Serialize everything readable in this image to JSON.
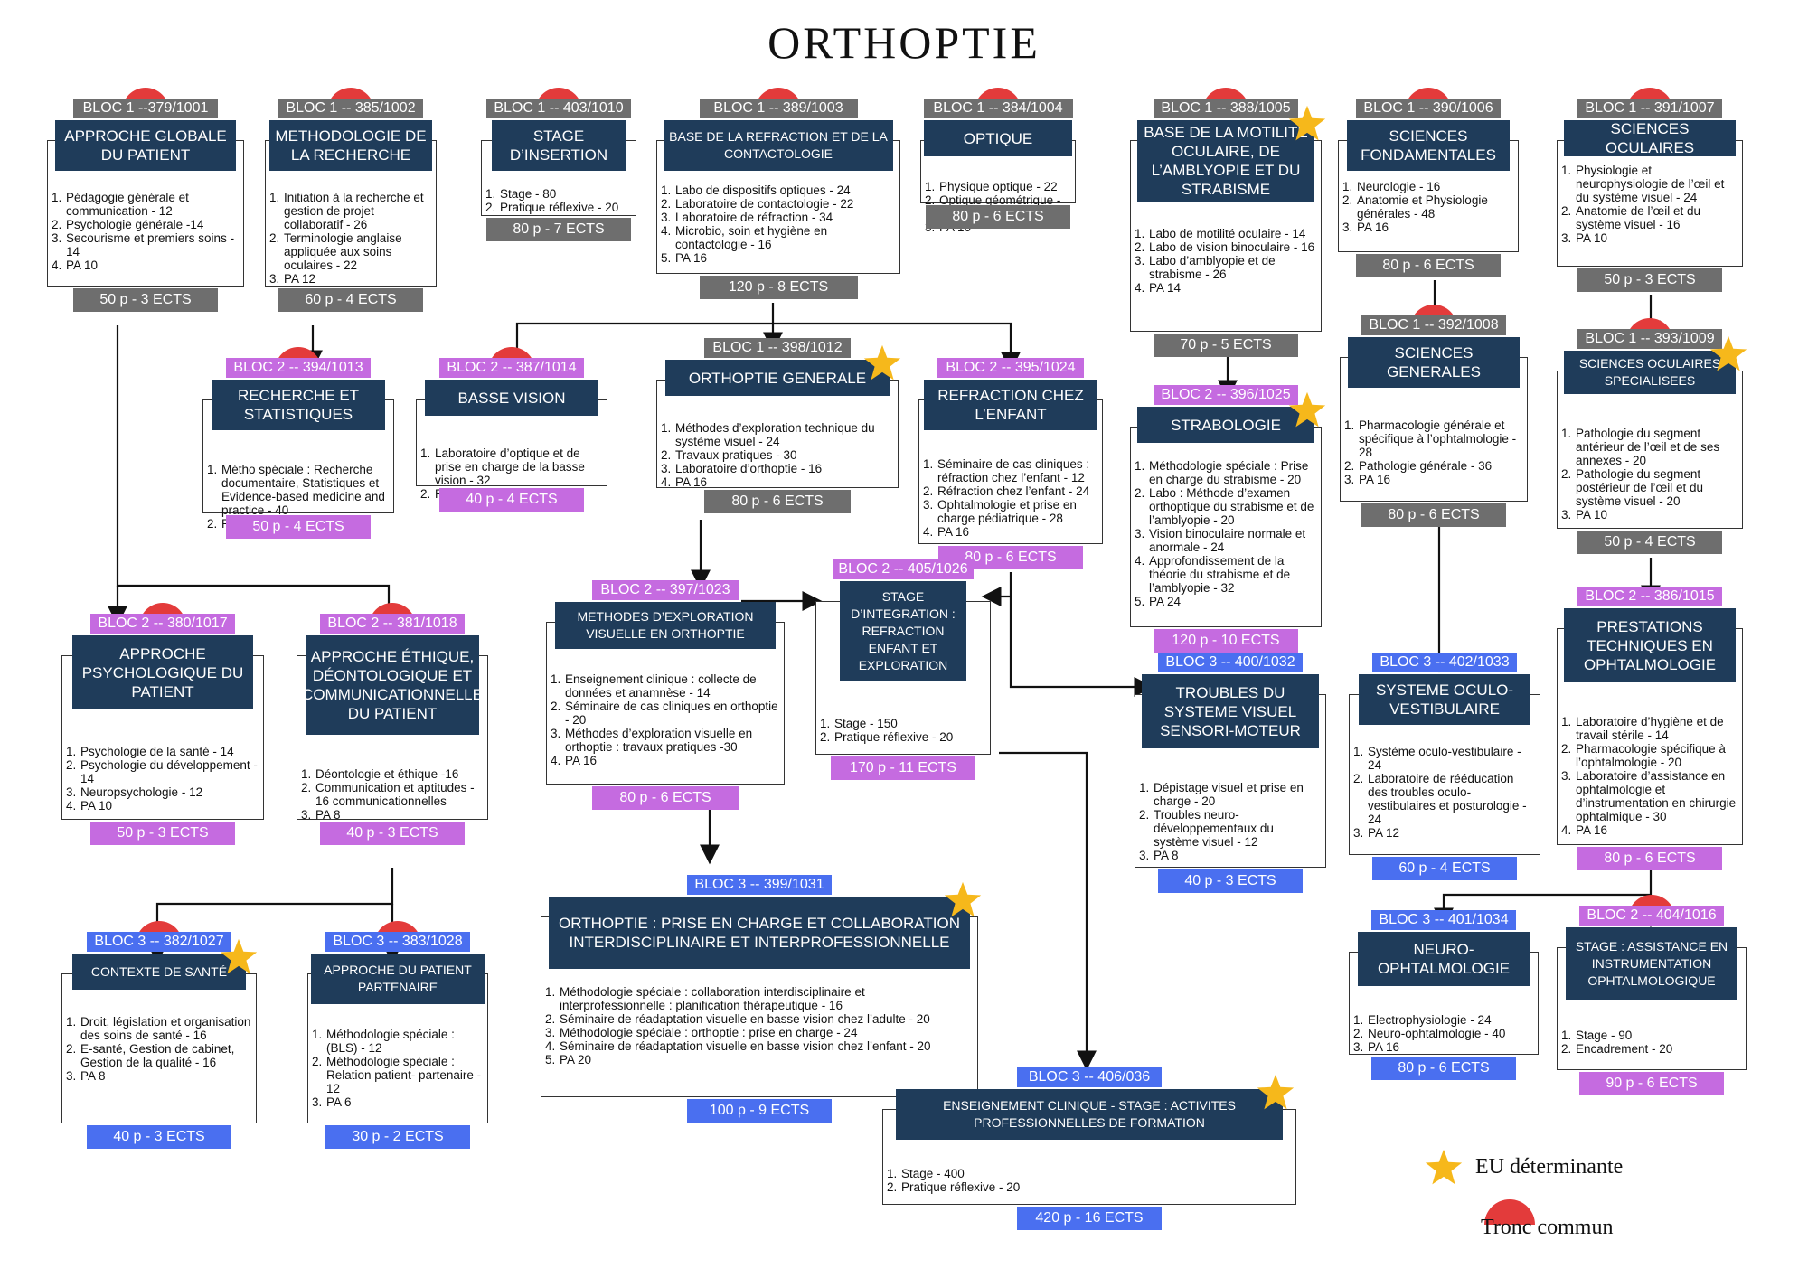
{
  "title": "ORTHOPTIE",
  "legend": {
    "determinante": "EU déterminante",
    "tronc_commun": "Tronc commun"
  },
  "colors": {
    "bloc1": "#6e6e6e",
    "bloc2": "#c56be0",
    "bloc3": "#4a6ff0",
    "header": "#1f3c5a",
    "tronc_commun": "#e33b3b",
    "star": "#f6b81b"
  },
  "ues": [
    {
      "id": "u379",
      "tag": "BLOC 1 --379/1001",
      "name": "APPROCHE GLOBALE DU PATIENT",
      "items": [
        "Pédagogie générale et communication - 12",
        "Psychologie générale -14",
        "Secourisme et premiers soins - 14",
        "PA 10"
      ],
      "footer": "50 p - 3 ECTS",
      "bloc": 1,
      "tronc_commun": true,
      "determinante": false
    },
    {
      "id": "u385",
      "tag": "BLOC 1 -- 385/1002",
      "name": "METHODOLOGIE DE LA RECHERCHE",
      "items": [
        "Initiation à la recherche et gestion de projet collaboratif - 26",
        "Terminologie anglaise appliquée aux soins oculaires - 22",
        "PA 12"
      ],
      "footer": "60 p - 4 ECTS",
      "bloc": 1,
      "tronc_commun": true,
      "determinante": false
    },
    {
      "id": "u403",
      "tag": "BLOC 1 -- 403/1010",
      "name": "STAGE D’INSERTION",
      "items": [
        "Stage - 80",
        "Pratique réflexive - 20"
      ],
      "footer": "80 p - 7 ECTS",
      "bloc": 1,
      "tronc_commun": true,
      "determinante": false
    },
    {
      "id": "u389",
      "tag": "BLOC 1 -- 389/1003",
      "name": "BASE DE LA REFRACTION ET DE LA CONTACTOLOGIE",
      "items": [
        "Labo de dispositifs optiques - 24",
        "Laboratoire de contactologie - 22",
        "Laboratoire de réfraction - 34",
        "Microbio, soin et hygiène en contactologie - 16",
        "PA 16"
      ],
      "footer": "120 p - 8 ECTS",
      "bloc": 1,
      "tronc_commun": true,
      "determinante": false
    },
    {
      "id": "u384",
      "tag": "BLOC 1 -- 384/1004",
      "name": "OPTIQUE",
      "items": [
        "Physique optique - 22",
        "Optique géométrique - 42",
        "PA 16"
      ],
      "footer": "80 p - 6 ECTS",
      "bloc": 1,
      "tronc_commun": true,
      "determinante": false
    },
    {
      "id": "u388",
      "tag": "BLOC 1 -- 388/1005",
      "name": "BASE DE LA MOTILITE OCULAIRE, DE L’AMBLYOPIE ET DU STRABISME",
      "items": [
        "Labo de motilité oculaire - 14",
        "Labo de vision binoculaire - 16",
        "Labo d’amblyopie et de strabisme - 26",
        "PA 14"
      ],
      "footer": "70 p - 5 ECTS",
      "bloc": 1,
      "tronc_commun": true,
      "determinante": true
    },
    {
      "id": "u390",
      "tag": "BLOC 1 -- 390/1006",
      "name": "SCIENCES FONDAMENTALES",
      "items": [
        "Neurologie - 16",
        "Anatomie et Physiologie générales - 48",
        "PA 16"
      ],
      "footer": "80 p - 6 ECTS",
      "bloc": 1,
      "tronc_commun": true,
      "determinante": false
    },
    {
      "id": "u391",
      "tag": "BLOC 1 -- 391/1007",
      "name": "SCIENCES OCULAIRES",
      "items": [
        "Physiologie et neurophysiologie de l’œil et du système visuel - 24",
        "Anatomie de l’œil et du système visuel - 16",
        "PA 10"
      ],
      "footer": "50 p - 3 ECTS",
      "bloc": 1,
      "tronc_commun": true,
      "determinante": false
    },
    {
      "id": "u394",
      "tag": "BLOC 2 -- 394/1013",
      "name": "RECHERCHE ET STATISTIQUES",
      "items": [
        "Métho spéciale : Recherche documentaire, Statistiques et Evidence-based medicine and practice - 40",
        "PA 10"
      ],
      "footer": "50 p - 4 ECTS",
      "bloc": 2,
      "tronc_commun": true,
      "determinante": false
    },
    {
      "id": "u387",
      "tag": "BLOC 2 -- 387/1014",
      "name": "BASSE VISION",
      "items": [
        "Laboratoire d’optique et de prise en charge de la basse vision - 32",
        "PA 8"
      ],
      "footer": "40 p - 4 ECTS",
      "bloc": 2,
      "tronc_commun": true,
      "determinante": false
    },
    {
      "id": "u398",
      "tag": "BLOC 1 -- 398/1012",
      "name": "ORTHOPTIE GENERALE",
      "items": [
        "Méthodes d’exploration technique du système visuel - 24",
        "Travaux pratiques - 30",
        "Laboratoire d’orthoptie - 16",
        "PA 16"
      ],
      "footer": "80 p - 6 ECTS",
      "bloc": 1,
      "tronc_commun": false,
      "determinante": true
    },
    {
      "id": "u395",
      "tag": "BLOC 2 -- 395/1024",
      "name": "REFRACTION CHEZ L’ENFANT",
      "items": [
        "Séminaire de cas cliniques : réfraction chez l’enfant - 12",
        "Réfraction chez l’enfant - 24",
        "Ophtalmologie et prise en charge pédiatrique - 28",
        "PA 16"
      ],
      "footer": "80 p - 6 ECTS",
      "bloc": 2,
      "tronc_commun": false,
      "determinante": false
    },
    {
      "id": "u396",
      "tag": "BLOC 2 -- 396/1025",
      "name": "STRABOLOGIE",
      "items": [
        "Méthodologie spéciale : Prise en charge du strabisme - 20",
        "Labo : Méthode d’examen orthoptique du strabisme et de l’amblyopie - 20",
        "Vision binoculaire normale et anormale - 24",
        "Approfondissement de la théorie du strabisme et de l’amblyopie - 32",
        "PA 24"
      ],
      "footer": "120 p - 10 ECTS",
      "bloc": 2,
      "tronc_commun": false,
      "determinante": true
    },
    {
      "id": "u392",
      "tag": "BLOC 1 -- 392/1008",
      "name": "SCIENCES GENERALES",
      "items": [
        "Pharmacologie générale et spécifique à l’ophtalmologie - 28",
        "Pathologie générale - 36",
        "PA 16"
      ],
      "footer": "80 p - 6 ECTS",
      "bloc": 1,
      "tronc_commun": true,
      "determinante": false
    },
    {
      "id": "u393",
      "tag": "BLOC 1 -- 393/1009",
      "name": "SCIENCES OCULAIRES SPECIALISEES",
      "items": [
        "Pathologie du segment antérieur de l’œil et de ses annexes - 20",
        "Pathologie du segment postérieur de l’œil et du système visuel - 20",
        "PA 10"
      ],
      "footer": "50 p - 4 ECTS",
      "bloc": 1,
      "tronc_commun": true,
      "determinante": true
    },
    {
      "id": "u380",
      "tag": "BLOC 2 -- 380/1017",
      "name": "APPROCHE PSYCHOLOGIQUE DU PATIENT",
      "items": [
        "Psychologie de la santé - 14",
        "Psychologie du développement - 14",
        "Neuropsychologie - 12",
        "PA 10"
      ],
      "footer": "50 p - 3 ECTS",
      "bloc": 2,
      "tronc_commun": true,
      "determinante": false
    },
    {
      "id": "u381",
      "tag": "BLOC 2 -- 381/1018",
      "name": "APPROCHE ÉTHIQUE, DÉONTOLOGIQUE ET COMMUNICATIONNELLE DU PATIENT",
      "items": [
        "Déontologie et éthique -16",
        "Communication et aptitudes - 16 communicationnelles",
        "PA 8"
      ],
      "footer": "40 p - 3 ECTS",
      "bloc": 2,
      "tronc_commun": true,
      "determinante": false
    },
    {
      "id": "u397",
      "tag": "BLOC 2 -- 397/1023",
      "name": "METHODES D’EXPLORATION VISUELLE EN ORTHOPTIE",
      "items": [
        "Enseignement clinique : collecte de données et anamnèse - 14",
        "Séminaire de cas cliniques en orthoptie - 20",
        "Méthodes d’exploration visuelle en orthoptie : travaux pratiques -30",
        "PA 16"
      ],
      "footer": "80 p - 6 ECTS",
      "bloc": 2,
      "tronc_commun": false,
      "determinante": false
    },
    {
      "id": "u405",
      "tag": "BLOC 2 -- 405/1026",
      "name": "STAGE D’INTEGRATION : REFRACTION ENFANT ET EXPLORATION",
      "items": [
        "Stage - 150",
        "Pratique réflexive - 20"
      ],
      "footer": "170 p - 11 ECTS",
      "bloc": 2,
      "tronc_commun": false,
      "determinante": false
    },
    {
      "id": "u400",
      "tag": "BLOC 3 -- 400/1032",
      "name": "TROUBLES DU SYSTEME VISUEL SENSORI-MOTEUR",
      "items": [
        "Dépistage visuel et prise en charge - 20",
        "Troubles neuro-développementaux du système visuel - 12",
        "PA 8"
      ],
      "footer": "40 p - 3 ECTS",
      "bloc": 3,
      "tronc_commun": false,
      "determinante": false
    },
    {
      "id": "u402",
      "tag": "BLOC 3 -- 402/1033",
      "name": "SYSTEME OCULO-VESTIBULAIRE",
      "items": [
        "Système oculo-vestibulaire - 24",
        "Laboratoire de rééducation des troubles oculo-vestibulaires et posturologie - 24",
        "PA 12"
      ],
      "footer": "60 p - 4 ECTS",
      "bloc": 3,
      "tronc_commun": false,
      "determinante": false
    },
    {
      "id": "u386",
      "tag": "BLOC 2 -- 386/1015",
      "name": "PRESTATIONS TECHNIQUES EN OPHTALMOLOGIE",
      "items": [
        "Laboratoire d’hygiène et de travail stérile - 14",
        "Pharmacologie spécifique à l’ophtalmologie - 20",
        "Laboratoire d’assistance en ophtalmologie et d’instrumentation en chirurgie ophtalmique - 30",
        "PA 16"
      ],
      "footer": "80 p - 6 ECTS",
      "bloc": 2,
      "tronc_commun": false,
      "determinante": false
    },
    {
      "id": "u399",
      "tag": "BLOC 3 -- 399/1031",
      "name": "ORTHOPTIE : PRISE EN CHARGE ET COLLABORATION INTERDISCIPLINAIRE ET INTERPROFESSIONNELLE",
      "items": [
        "Méthodologie spéciale : collaboration interdisciplinaire et interprofessionnelle : planification thérapeutique - 16",
        "Séminaire de réadaptation visuelle en basse vision chez l’adulte - 20",
        "Méthodologie spéciale : orthoptie : prise en charge - 24",
        "Séminaire de réadaptation visuelle en basse vision chez l’enfant - 20",
        "PA 20"
      ],
      "footer": "100 p - 9 ECTS",
      "bloc": 3,
      "tronc_commun": false,
      "determinante": true
    },
    {
      "id": "u382",
      "tag": "BLOC 3 -- 382/1027",
      "name": "CONTEXTE DE SANTÉ",
      "items": [
        "Droit, législation et organisation des soins de santé - 16",
        "E-santé, Gestion de cabinet, Gestion de la qualité - 16",
        "PA 8"
      ],
      "footer": "40 p - 3 ECTS",
      "bloc": 3,
      "tronc_commun": true,
      "determinante": true
    },
    {
      "id": "u383",
      "tag": "BLOC 3 -- 383/1028",
      "name": "APPROCHE DU PATIENT PARTENAIRE",
      "items": [
        "Méthodologie spéciale : (BLS) - 12",
        "Méthodologie spéciale : Relation patient- partenaire - 12",
        "PA 6"
      ],
      "footer": "30 p - 2 ECTS",
      "bloc": 3,
      "tronc_commun": true,
      "determinante": false
    },
    {
      "id": "u401",
      "tag": "BLOC 3 -- 401/1034",
      "name": "NEURO-OPHTALMOLOGIE",
      "items": [
        "Electrophysiologie - 24",
        "Neuro-ophtalmologie - 40",
        "PA 16"
      ],
      "footer": "80 p - 6 ECTS",
      "bloc": 3,
      "tronc_commun": false,
      "determinante": false
    },
    {
      "id": "u404",
      "tag": "BLOC 2 -- 404/1016",
      "name": "STAGE : ASSISTANCE EN INSTRUMENTATION OPHTALMOLOGIQUE",
      "items": [
        "Stage - 90",
        "Encadrement - 20"
      ],
      "footer": "90 p - 6 ECTS",
      "bloc": 2,
      "tronc_commun": true,
      "determinante": false
    },
    {
      "id": "u406",
      "tag": "BLOC 3 -- 406/036",
      "name": "ENSEIGNEMENT CLINIQUE - STAGE : ACTIVITES PROFESSIONNELLES DE FORMATION",
      "items": [
        "Stage - 400",
        "Pratique réflexive - 20"
      ],
      "footer": "420 p - 16 ECTS",
      "bloc": 3,
      "tronc_commun": false,
      "determinante": true
    }
  ]
}
